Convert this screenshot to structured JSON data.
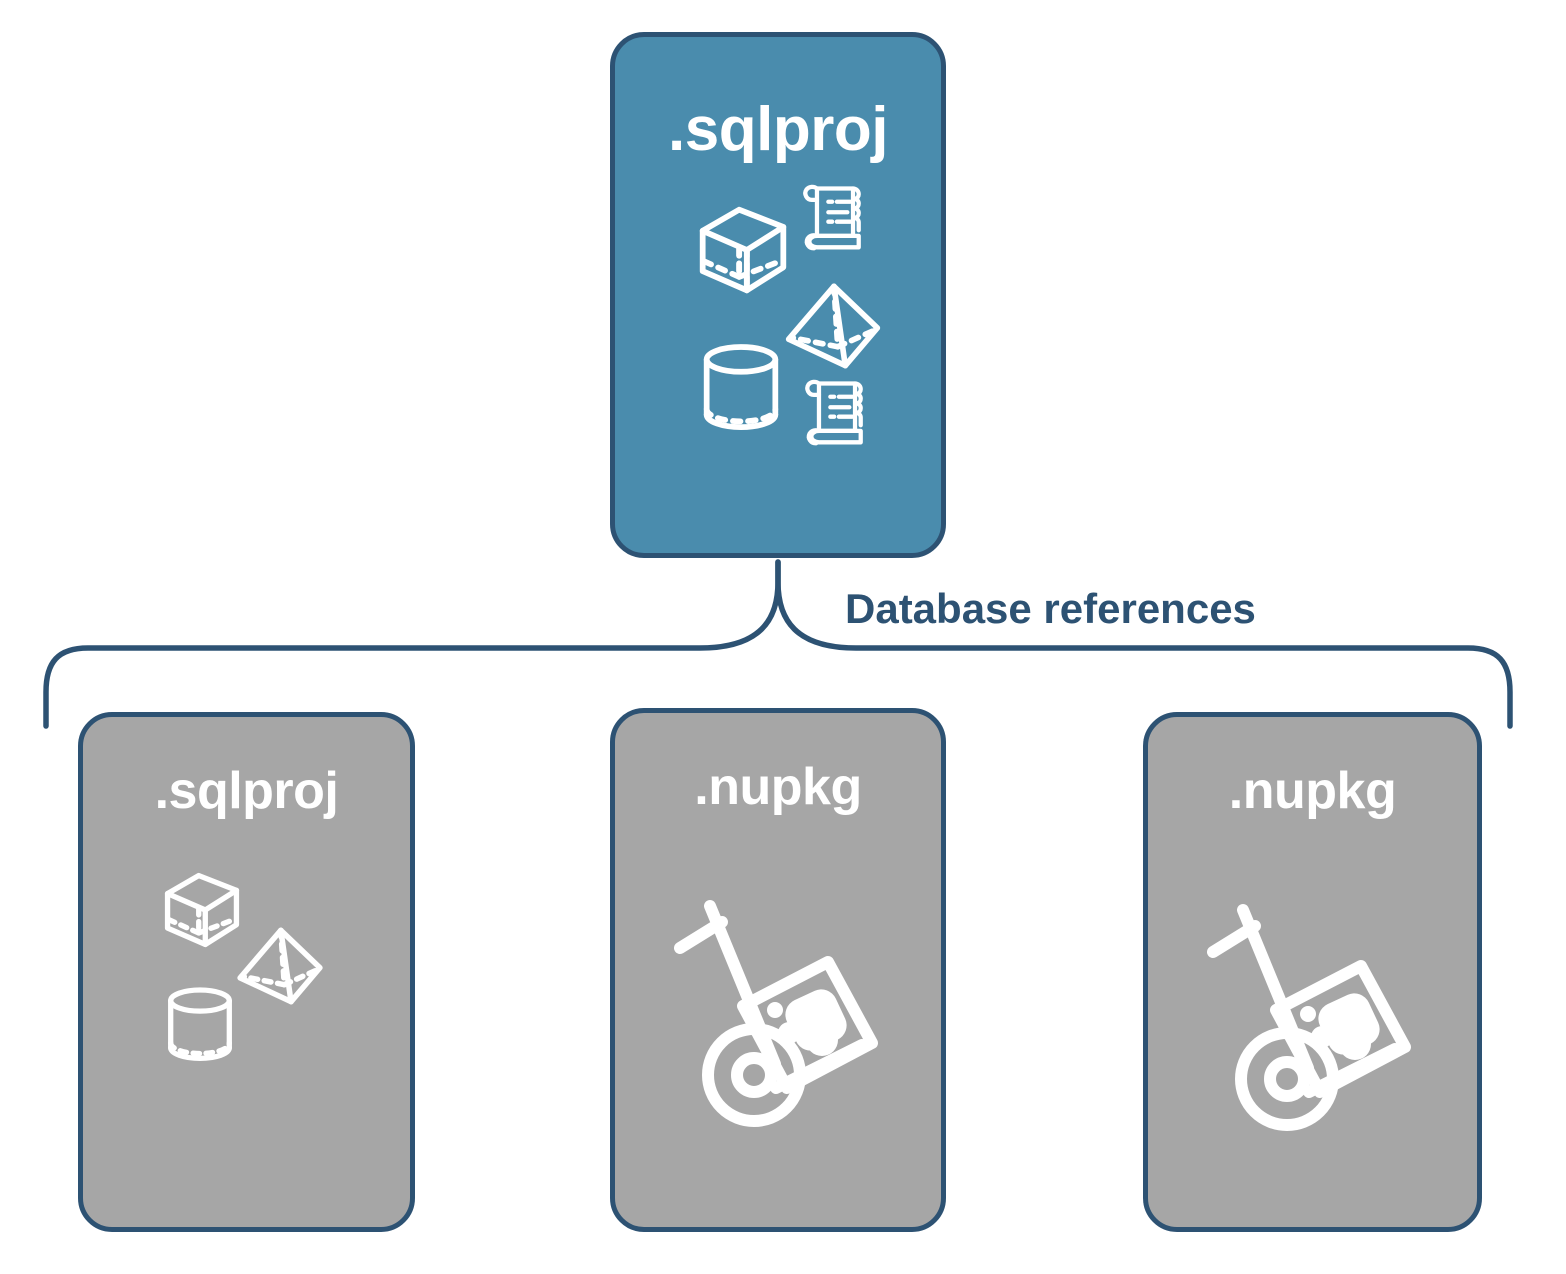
{
  "diagram": {
    "title_text": "Database references",
    "colors": {
      "teal_fill": "#4a8cad",
      "gray_fill": "#a6a6a6",
      "navy_stroke": "#2d5273",
      "icon_white": "#ffffff",
      "background": "#ffffff"
    },
    "nodes": [
      {
        "id": "top-sqlproj",
        "label": ".sqlproj",
        "fill": "teal",
        "role": "root-project",
        "icons": [
          "cube-icon",
          "pyramid-icon",
          "cylinder-icon",
          "script-scroll-icon",
          "script-scroll-icon"
        ]
      },
      {
        "id": "ref-sqlproj",
        "label": ".sqlproj",
        "fill": "gray",
        "role": "referenced-project",
        "icons": [
          "cube-icon",
          "pyramid-icon",
          "cylinder-icon"
        ]
      },
      {
        "id": "ref-nupkg-1",
        "label": ".nupkg",
        "fill": "gray",
        "role": "referenced-package",
        "icons": [
          "hand-truck-package-icon"
        ]
      },
      {
        "id": "ref-nupkg-2",
        "label": ".nupkg",
        "fill": "gray",
        "role": "referenced-package",
        "icons": [
          "hand-truck-package-icon"
        ]
      }
    ],
    "connector": {
      "type": "brace",
      "label": "Database references",
      "direction": "one-to-many",
      "from": "top-sqlproj",
      "to": [
        "ref-sqlproj",
        "ref-nupkg-1",
        "ref-nupkg-2"
      ]
    }
  }
}
